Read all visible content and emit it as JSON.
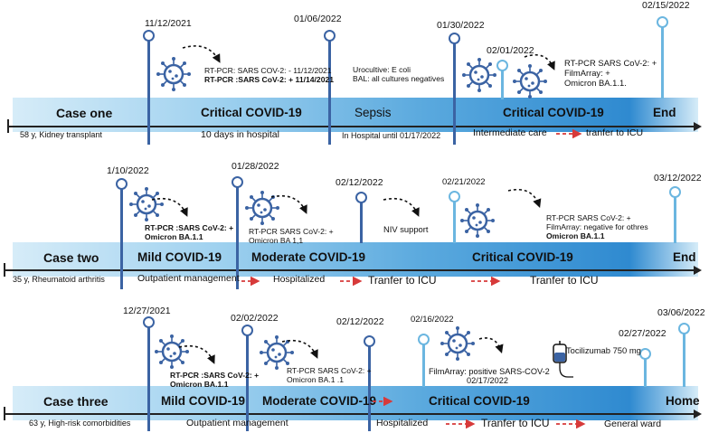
{
  "colors": {
    "dark_pin": "#3b63a3",
    "light_pin": "#6bb6e0",
    "red_arrow": "#d73a3a"
  },
  "case1": {
    "title": "Case one",
    "subtitle": "58 y, Kidney transplant",
    "dates": [
      "11/12/2021",
      "01/06/2022",
      "01/30/2022",
      "02/01/2022",
      "02/15/2022"
    ],
    "phases": [
      "Critical COVID-19",
      "Sepsis",
      "Critical COVID-19",
      "End"
    ],
    "note1": [
      "RT-PCR: SARS COV-2: - 11/12/2021",
      "RT-PCR :SARS CoV-2: + 11/14/2021"
    ],
    "note2": [
      "Urocultive: E coli",
      "BAL: all cultures  negatives"
    ],
    "note3": [
      "RT-PCR SARS CoV-2: +",
      "FilmArray: +",
      "Omicron BA.1.1."
    ],
    "below": [
      "10 days in hospital",
      "In Hospital until 01/17/2022",
      "Intermediate care",
      "tranfer to ICU"
    ]
  },
  "case2": {
    "title": "Case two",
    "subtitle": "35 y, Rheumatoid arthritis",
    "dates": [
      "1/10/2022",
      "01/28/2022",
      "02/12/2022",
      "02/21/2022",
      "03/12/2022"
    ],
    "phases": [
      "Mild COVID-19",
      "Moderate COVID-19",
      "Critical COVID-19",
      "End"
    ],
    "note1": [
      "RT-PCR :SARS CoV-2: +",
      "Omicron  BA.1.1"
    ],
    "note2": [
      "RT-PCR SARS CoV-2: +",
      "Omicron BA 1,1"
    ],
    "note3": [
      "NIV support"
    ],
    "note4": [
      "RT-PCR SARS CoV-2: +",
      "FilmArray: negative for othres",
      "Omicron BA.1.1"
    ],
    "below": [
      "Outpatient management",
      "Hospitalized",
      "Tranfer to ICU",
      "Tranfer to ICU"
    ]
  },
  "case3": {
    "title": "Case three",
    "subtitle": "63  y, High-risk comorbidities",
    "dates": [
      "12/27/2021",
      "02/02/2022",
      "02/12/2022",
      "02/16/2022",
      "02/27/2022",
      "03/06/2022"
    ],
    "phases": [
      "Mild COVID-19",
      "Moderate COVID-19",
      "Critical COVID-19",
      "Home"
    ],
    "note1": [
      "RT-PCR :SARS CoV-2: +",
      "Omicron BA.1.1"
    ],
    "note2": [
      "RT-PCR SARS CoV-2: +",
      "Omicron BA.1 .1"
    ],
    "note3": [
      "FilmArray: positive SARS-COV-2",
      "02/17/2022"
    ],
    "drug": "Tocilizumab 750 mg",
    "below": [
      "Outpatient management",
      "Hospitalized",
      "Tranfer to ICU",
      "General ward"
    ]
  }
}
